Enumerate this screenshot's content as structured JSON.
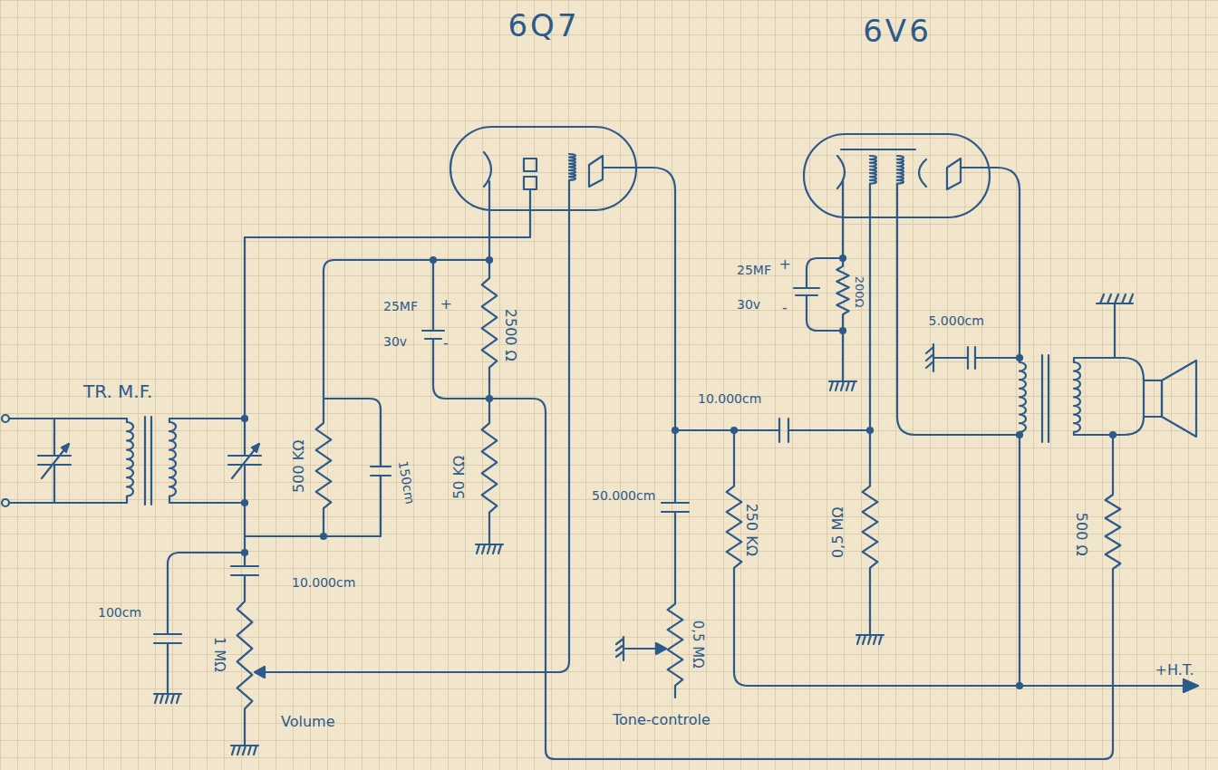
{
  "diagram": {
    "nodes": [
      {
        "text": [
          "6Q7"
        ]
      },
      {
        "text": [
          "6V6"
        ]
      }
    ],
    "labels": [
      "TR. M.F.",
      "25MF",
      "+",
      "30v",
      "-",
      "2500 Ω",
      "500 KΩ",
      "150cm",
      "50 KΩ",
      "10.000cm",
      "100cm",
      "1 MΩ",
      "Volume",
      "50.000cm",
      "0,5 MΩ",
      "Tone-controle",
      "10.000cm",
      "250 KΩ",
      "0,5 MΩ",
      "25MF",
      "+",
      "30v",
      "-",
      "200Ω",
      "5.000cm",
      "500 Ω",
      "+H.T."
    ]
  }
}
